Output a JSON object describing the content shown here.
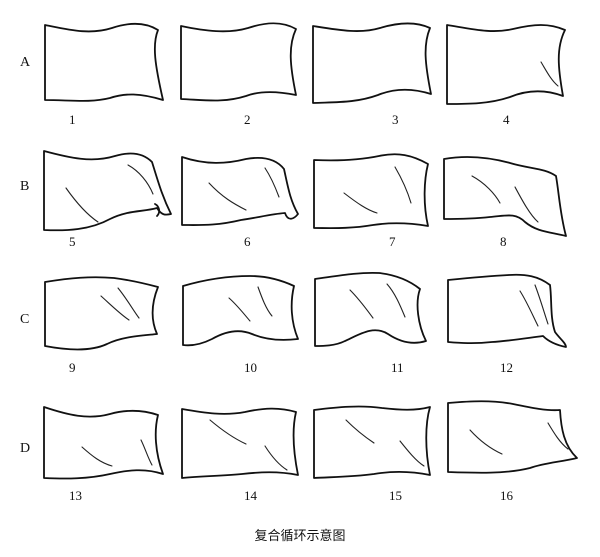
{
  "rows": [
    {
      "label": "A",
      "frames": [
        "1",
        "2",
        "3",
        "4"
      ]
    },
    {
      "label": "B",
      "frames": [
        "5",
        "6",
        "7",
        "8"
      ]
    },
    {
      "label": "C",
      "frames": [
        "9",
        "10",
        "11",
        "12"
      ]
    },
    {
      "label": "D",
      "frames": [
        "13",
        "14",
        "15",
        "16"
      ]
    }
  ],
  "caption": "复合循环示意图"
}
